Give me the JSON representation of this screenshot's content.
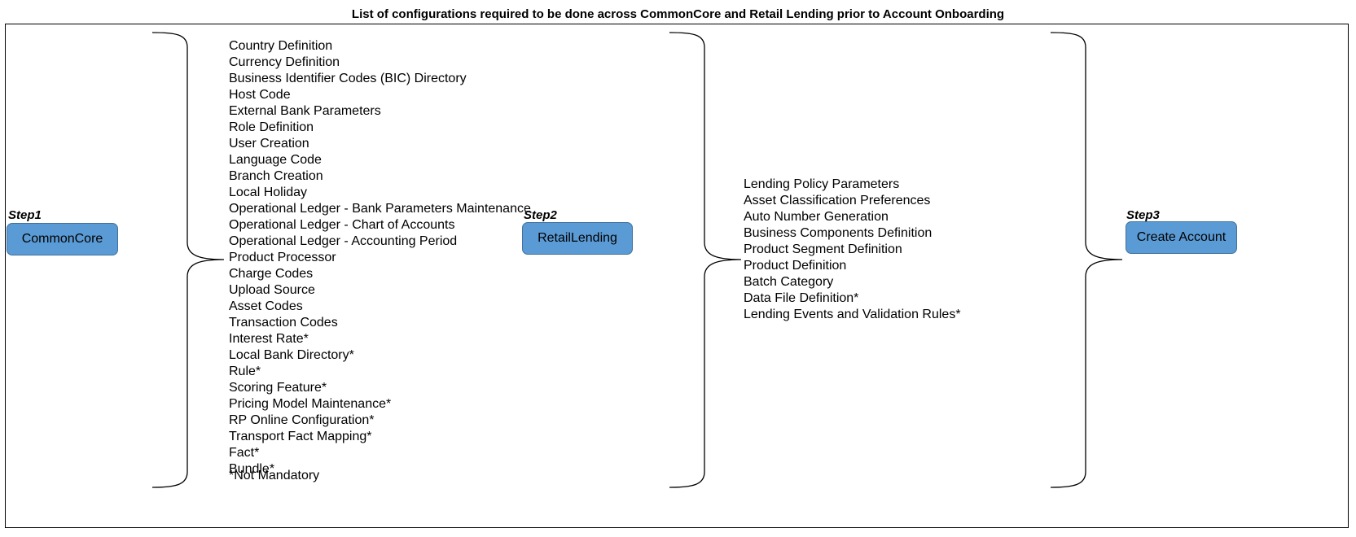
{
  "title": "List of configurations required to be done across CommonCore and Retail Lending prior to Account Onboarding",
  "steps": [
    {
      "label": "Step1",
      "name": "CommonCore"
    },
    {
      "label": "Step2",
      "name": "RetailLending"
    },
    {
      "label": "Step3",
      "name": "Create Account"
    }
  ],
  "commoncore_items": [
    "Country Definition",
    "Currency Definition",
    "Business Identifier Codes (BIC) Directory",
    "Host Code",
    "External Bank Parameters",
    "Role Definition",
    "User Creation",
    "Language Code",
    "Branch Creation",
    "Local Holiday",
    "Operational Ledger - Bank Parameters Maintenance",
    "Operational Ledger - Chart of Accounts",
    "Operational Ledger - Accounting Period",
    "Product Processor",
    "Charge Codes",
    "Upload Source",
    "Asset Codes",
    "Transaction Codes",
    "Interest Rate*",
    "Local Bank Directory*",
    "Rule*",
    "Scoring Feature*",
    "Pricing Model Maintenance*",
    "RP Online Configuration*",
    "Transport Fact Mapping*",
    "Fact*",
    "Bundle*"
  ],
  "footnote": "*Not Mandatory",
  "retail_lending_items": [
    "Lending Policy Parameters",
    "Asset Classification Preferences",
    "Auto Number Generation",
    "Business Components Definition",
    "Product Segment Definition",
    "Product Definition",
    "Batch Category",
    "Data File Definition*",
    "Lending Events and Validation Rules*"
  ],
  "colors": {
    "step_box_fill": "#5b9bd5",
    "step_box_border": "#41719c",
    "line": "#000000"
  }
}
